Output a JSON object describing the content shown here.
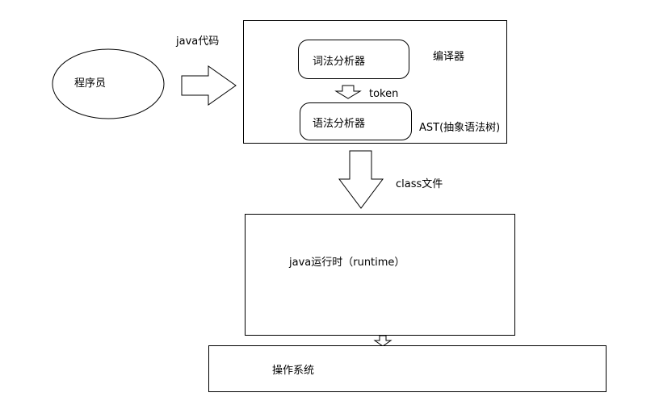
{
  "diagram": {
    "programmer": "程序员",
    "java_code_label": "java代码",
    "compiler": {
      "label": "编译器",
      "lexer": "词法分析器",
      "token_label": "token",
      "parser": "语法分析器",
      "ast_label": "AST(抽象语法树)"
    },
    "class_file_label": "class文件",
    "runtime": "java运行时（runtime）",
    "os": "操作系统"
  }
}
